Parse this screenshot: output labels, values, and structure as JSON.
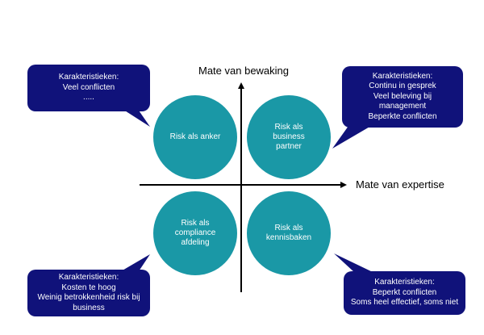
{
  "axes": {
    "vertical_label": "Mate van bewaking",
    "horizontal_label": "Mate van expertise"
  },
  "quadrants": {
    "top_left": {
      "lines": [
        "Risk als anker"
      ]
    },
    "top_right": {
      "lines": [
        "Risk als",
        "business",
        "partner"
      ]
    },
    "bottom_left": {
      "lines": [
        "Risk als",
        "compliance",
        "afdeling"
      ]
    },
    "bottom_right": {
      "lines": [
        "Risk als",
        "kennisbaken"
      ]
    }
  },
  "callouts": {
    "top_left": {
      "lines": [
        "Karakteristieken:",
        "Veel conflicten",
        "....."
      ]
    },
    "top_right": {
      "lines": [
        "Karakteristieken:",
        "Continu in gesprek",
        "Veel beleving bij",
        "management",
        "Beperkte conflicten"
      ]
    },
    "bottom_left": {
      "lines": [
        "Karakteristieken:",
        "Kosten te hoog",
        "Weinig betrokkenheid risk bij",
        "business"
      ]
    },
    "bottom_right": {
      "lines": [
        "Karakteristieken:",
        "Beperkt conflicten",
        "Soms heel effectief, soms niet"
      ]
    }
  },
  "colors": {
    "circle_fill": "#1a98a6",
    "callout_fill": "#10127a",
    "axis": "#000000"
  }
}
